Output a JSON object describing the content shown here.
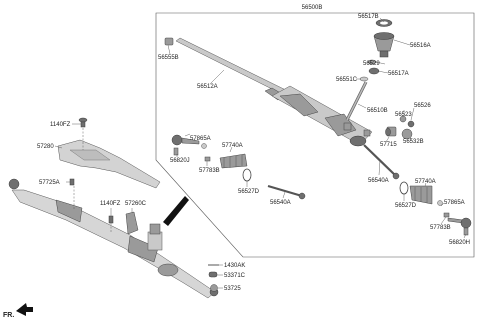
{
  "diagram": {
    "assembly_label": "56500B",
    "direction_label": "FR.",
    "parts": {
      "p56517B": "56517B",
      "p56516A": "56516A",
      "p56555B": "56555B",
      "p56529": "56529",
      "p56517A": "56517A",
      "p56512A": "56512A",
      "p56551C": "56551C",
      "p56510B": "56510B",
      "p56523": "56523",
      "p56526": "56526",
      "p57865A_top": "57865A",
      "p57740A_top": "57740A",
      "p56532B": "56532B",
      "p57715": "57715",
      "p56820J": "56820J",
      "p57783B_top": "57783B",
      "p56527D_top": "56527D",
      "p56540A_top": "56540A",
      "p56540A_right": "56540A",
      "p57740A_right": "57740A",
      "p56527D_right": "56527D",
      "p57865A_right": "57865A",
      "p57783B_right": "57783B",
      "p56820H": "56820H",
      "p1140FZ_left": "1140FZ",
      "p57280": "57280",
      "p57725A": "57725A",
      "p1140FZ_mid": "1140FZ",
      "p57260C": "57260C",
      "p1430AK": "1430AK",
      "p53371C": "53371C",
      "p53725": "53725"
    }
  }
}
